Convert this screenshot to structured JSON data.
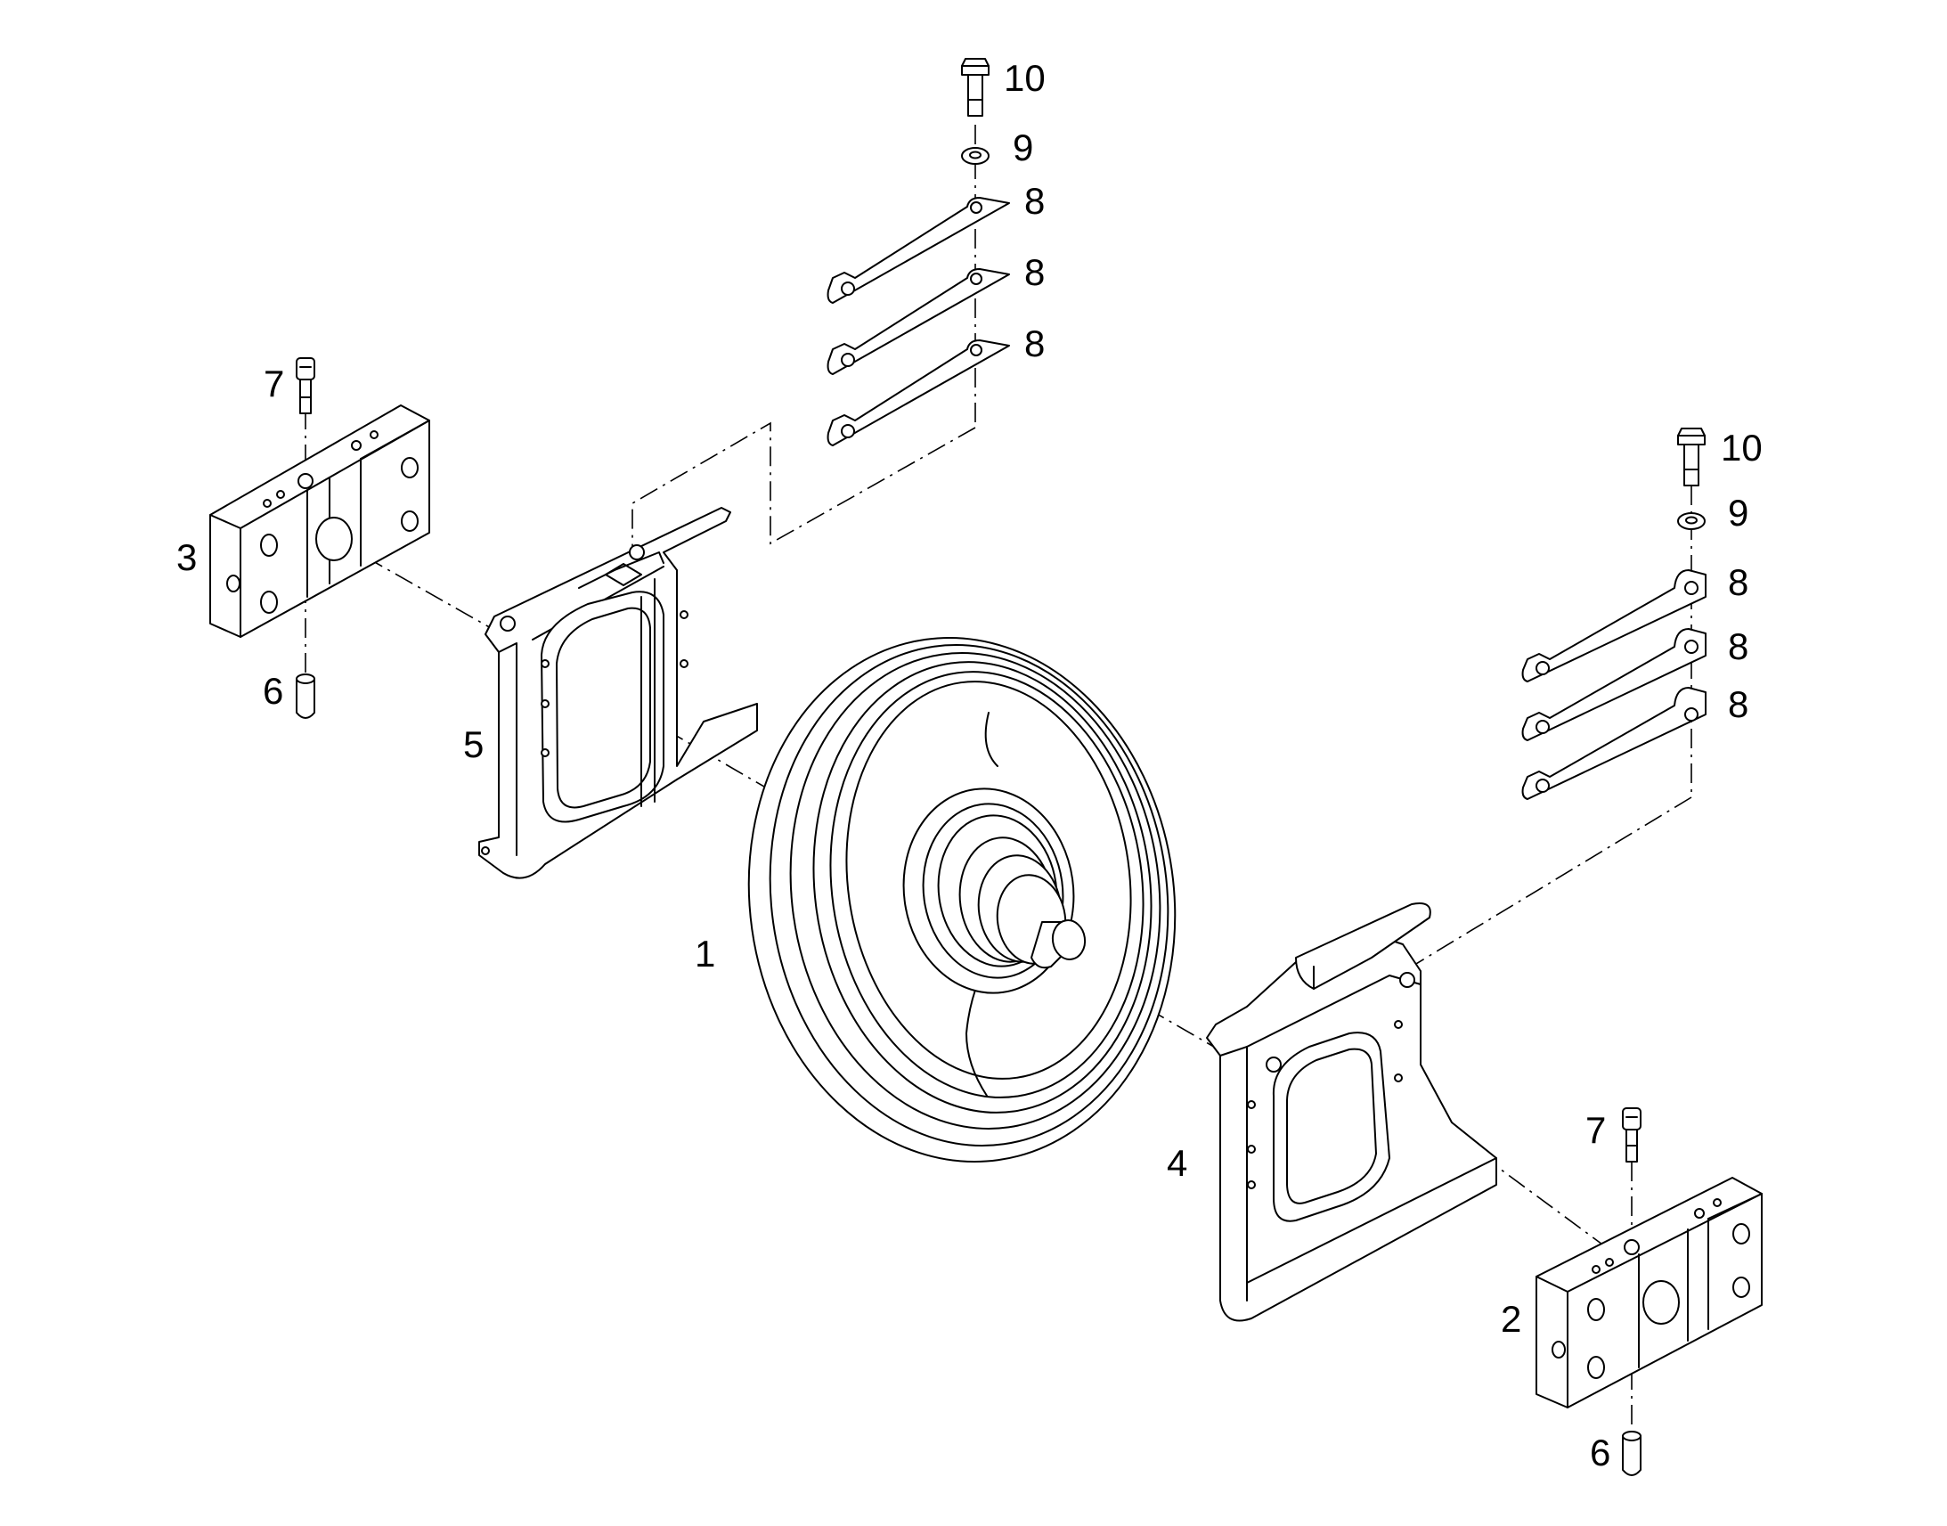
{
  "callouts": {
    "c1": "1",
    "c2": "2",
    "c3": "3",
    "c4": "4",
    "c5": "5",
    "c6_left": "6",
    "c6_right": "6",
    "c7_left": "7",
    "c7_right": "7",
    "c8_top_a": "8",
    "c8_top_b": "8",
    "c8_top_c": "8",
    "c8_right_a": "8",
    "c8_right_b": "8",
    "c8_right_c": "8",
    "c9_top": "9",
    "c9_right": "9",
    "c10_top": "10",
    "c10_right": "10"
  }
}
